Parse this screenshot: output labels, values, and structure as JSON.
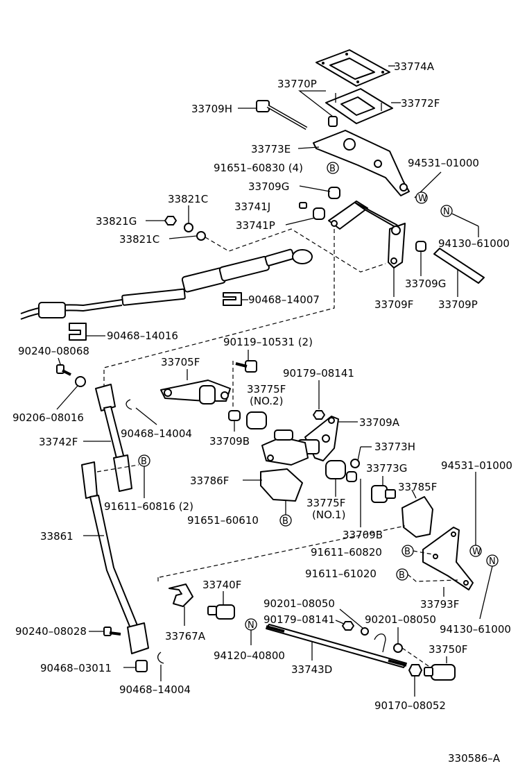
{
  "diagram": {
    "labels": {
      "p33774A": "33774A",
      "p33770P": "33770P",
      "p33772F": "33772F",
      "p33709H": "33709H",
      "p33773E": "33773E",
      "p94531_top": "94531–01000",
      "p91651_60830": "91651–60830 (4)",
      "p33709G_a": "33709G",
      "p33821C_top": "33821C",
      "p33741J": "33741J",
      "p33821G": "33821G",
      "p33741P": "33741P",
      "p94130_top": "94130–61000",
      "p33821C_mid": "33821C",
      "p33709G_b": "33709G",
      "p33709F": "33709F",
      "p33709P": "33709P",
      "p90468_14007": "90468–14007",
      "p90468_14016": "90468–14016",
      "p90240_08068": "90240–08068",
      "p90119_10531": "90119–10531 (2)",
      "p33705F": "33705F",
      "p90179_08141_top": "90179–08141",
      "p33775F_no2": "33775F",
      "no2": "(NO.2)",
      "p90206_08016": "90206–08016",
      "p90468_14004_top": "90468–14004",
      "p33709A": "33709A",
      "p33742F": "33742F",
      "p33709B_top": "33709B",
      "p33773H": "33773H",
      "p94531_mid": "94531–01000",
      "p33773G": "33773G",
      "p33786F": "33786F",
      "p33785F": "33785F",
      "p91611_60816": "91611–60816 (2)",
      "p33775F_no1": "33775F",
      "no1": "(NO.1)",
      "p91651_60610": "91651–60610",
      "p33709B_bot": "33709B",
      "p33861": "33861",
      "p91611_60820": "91611–60820",
      "p91611_61020": "91611–61020",
      "p33740F": "33740F",
      "p33793F": "33793F",
      "p90201_08050_a": "90201–08050",
      "p90179_08141_bot": "90179–08141",
      "p90201_08050_b": "90201–08050",
      "p94130_bot": "94130–61000",
      "p90240_08028": "90240–08028",
      "p33767A": "33767A",
      "p33750F": "33750F",
      "p94120_40800": "94120–40800",
      "p33743D": "33743D",
      "p90468_03011": "90468–03011",
      "p90468_14004_bot": "90468–14004",
      "p90170_08052": "90170–08052",
      "footer_code": "330586–A"
    },
    "badges": {
      "B": "B",
      "W": "W",
      "N": "N"
    }
  }
}
